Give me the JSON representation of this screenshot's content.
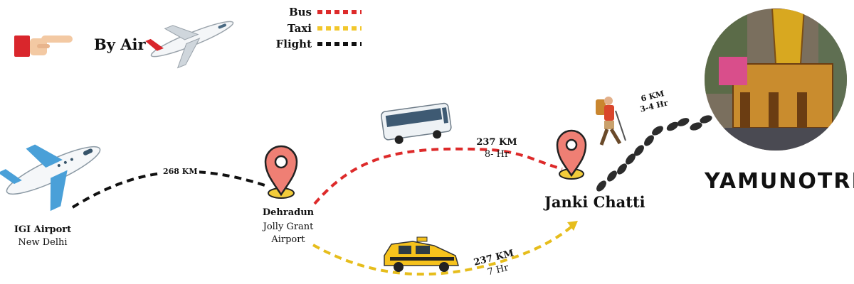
{
  "header": {
    "mode_label": "By Air"
  },
  "legend": [
    {
      "label": "Bus",
      "color": "#dd2a2a"
    },
    {
      "label": "Taxi",
      "color": "#f2c72c"
    },
    {
      "label": "Flight",
      "color": "#111111"
    }
  ],
  "places": {
    "origin": {
      "name": "IGI Airport",
      "sub": "New Delhi"
    },
    "hub": {
      "name": "Dehradun",
      "sub1": "Jolly Grant",
      "sub2": "Airport"
    },
    "stop": {
      "name": "Janki Chatti"
    },
    "destination": {
      "name": "YAMUNOTRI"
    }
  },
  "routes": {
    "flight": {
      "distance": "268 KM"
    },
    "bus": {
      "distance": "237 KM",
      "time": "8- Hr"
    },
    "taxi": {
      "distance": "237 KM",
      "time": "7 Hr"
    },
    "trek": {
      "distance": "6 KM",
      "time": "3-4 Hr"
    }
  }
}
